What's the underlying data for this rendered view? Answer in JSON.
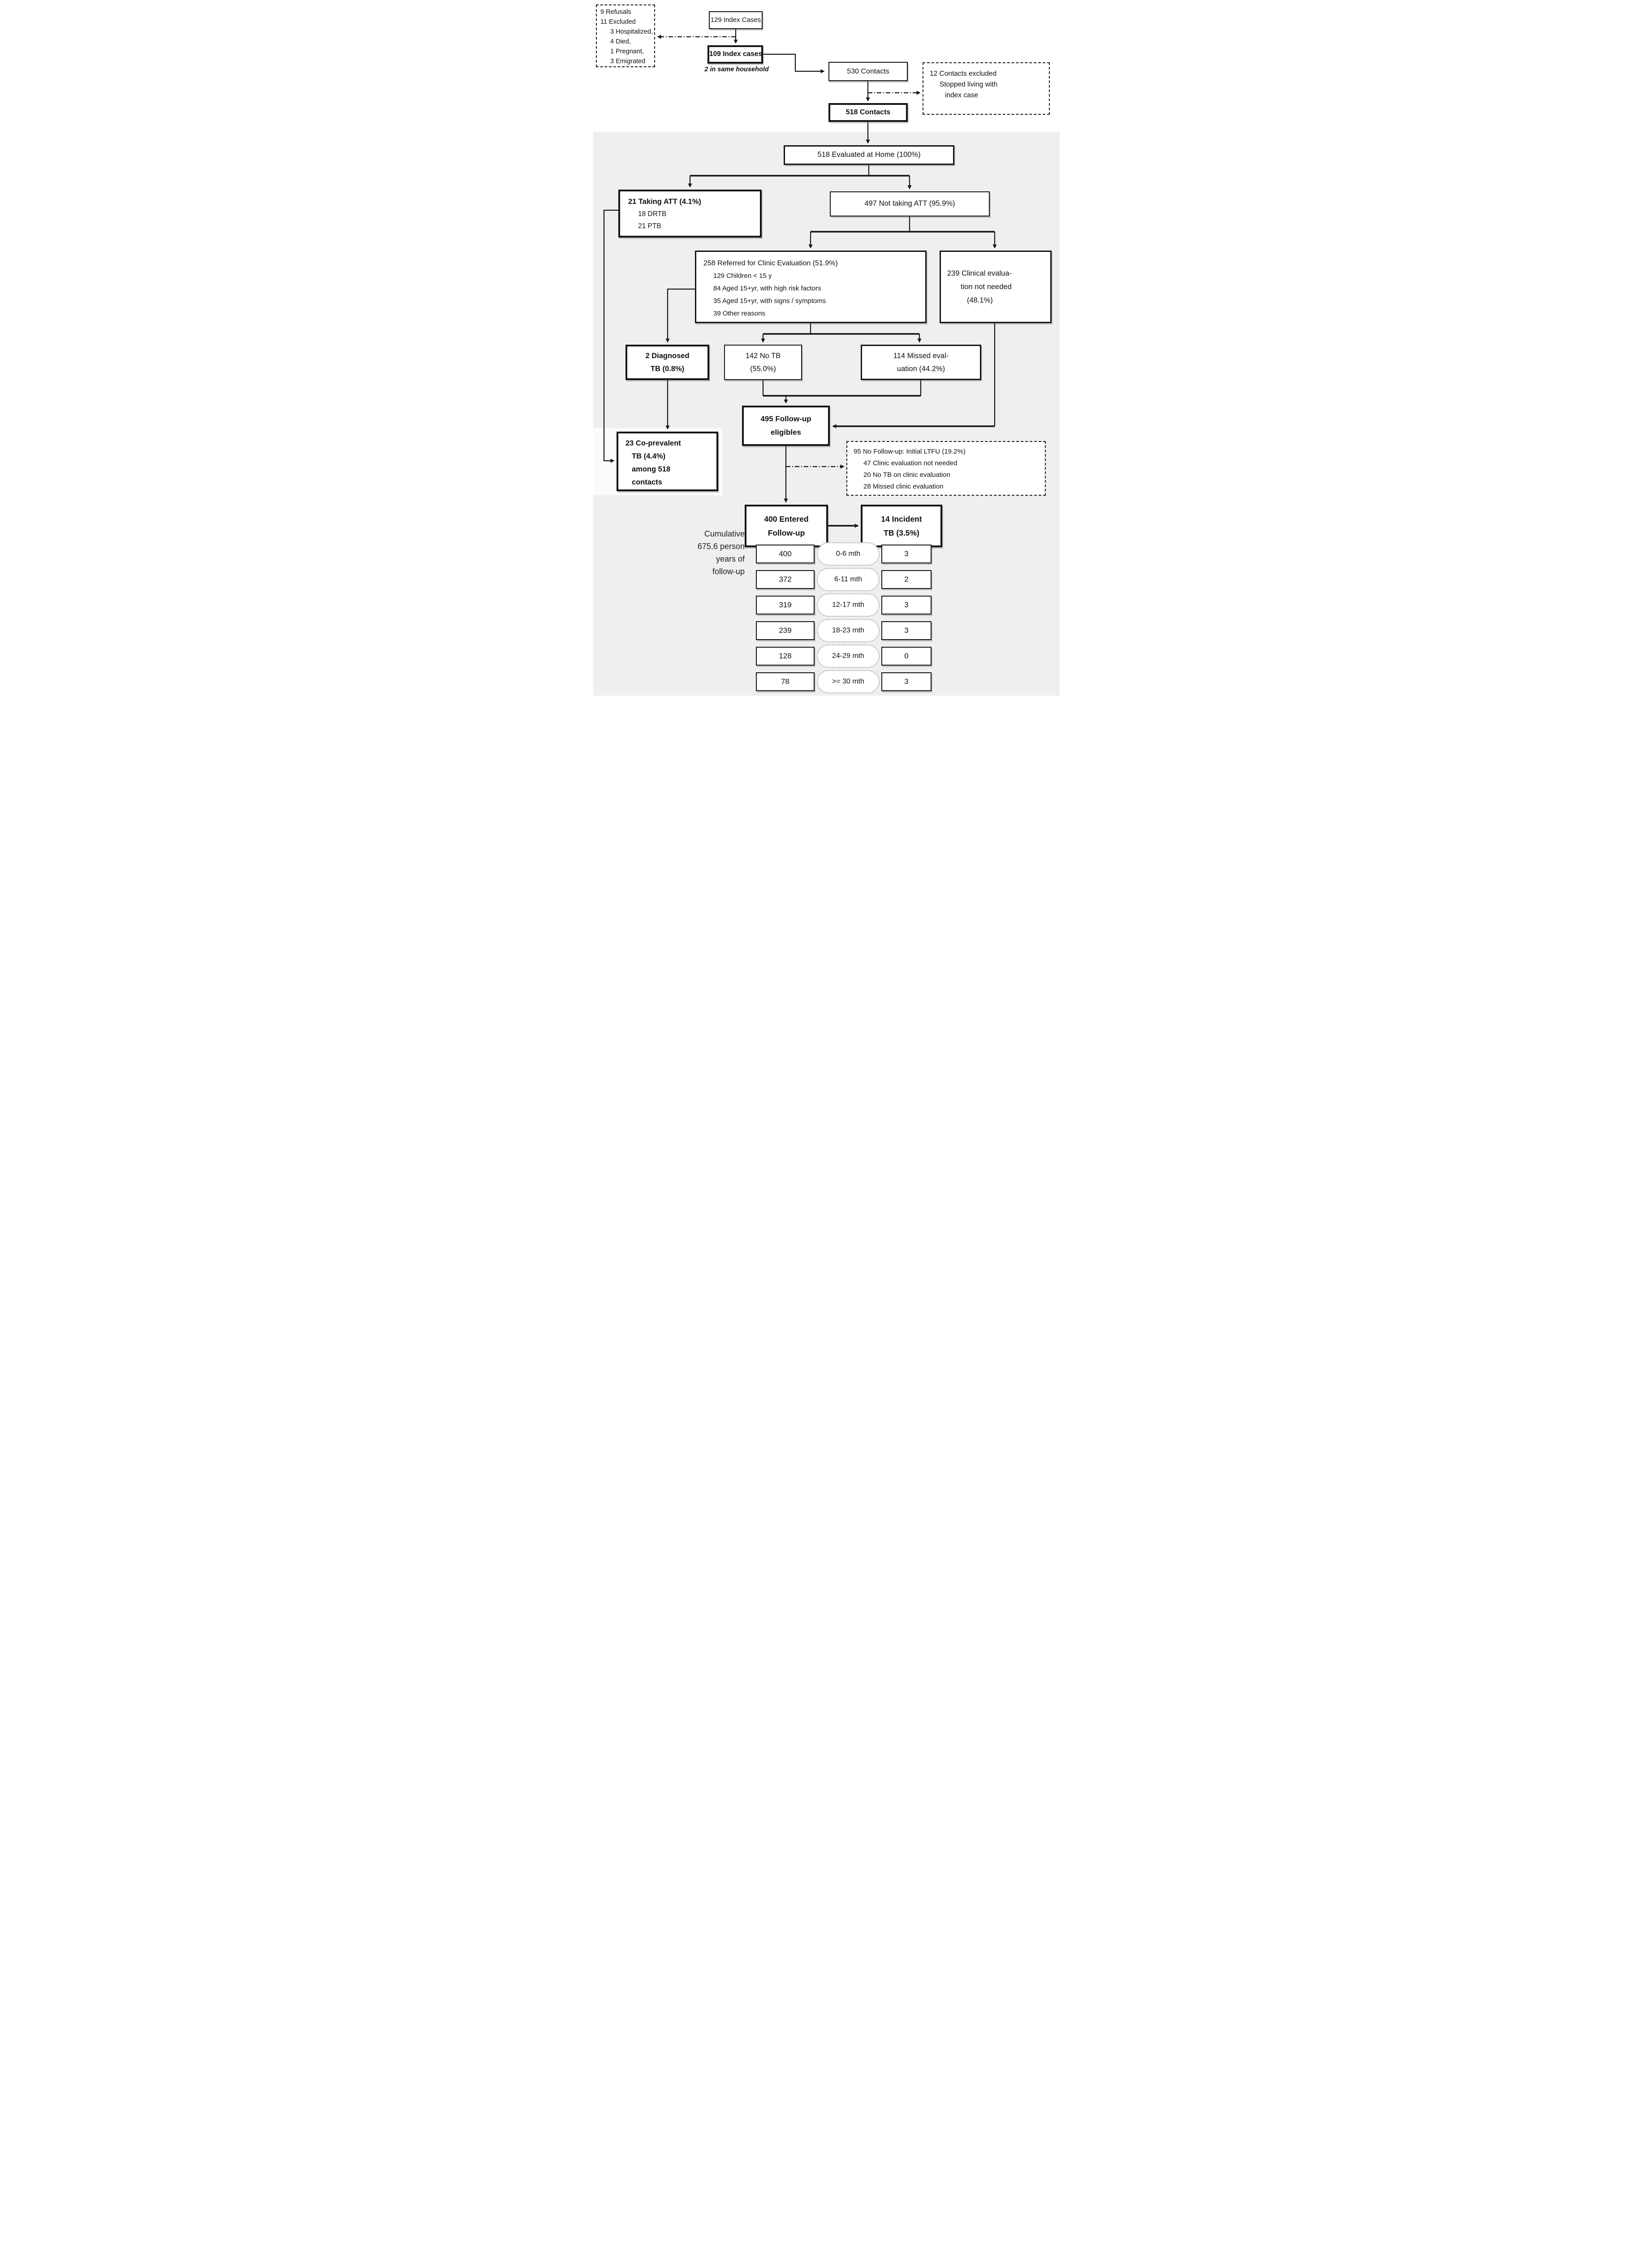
{
  "diagram_title": "TB index case and household contact evaluation and follow-up flowchart",
  "colors": {
    "background_panel": "#efefef",
    "box_border": "#141414",
    "box_fill": "#ffffff"
  },
  "nodes": {
    "refusals_excluded": {
      "lines": [
        "9 Refusals",
        "11 Excluded",
        "3 Hospitalized,",
        "4 Died,",
        "1 Pregnant,",
        "3 Emigrated"
      ]
    },
    "index_cases_129": {
      "label": "129 Index Cases"
    },
    "index_cases_109": {
      "label": "109 Index cases",
      "caption": "2 in same household"
    },
    "contacts_530": {
      "label": "530 Contacts"
    },
    "contacts_excluded_12": {
      "lines": [
        "12 Contacts excluded",
        "Stopped living with",
        "index case"
      ]
    },
    "contacts_518": {
      "label": "518 Contacts"
    },
    "evaluated_home_518": {
      "label": "518 Evaluated at Home (100%)"
    },
    "taking_att_21": {
      "lines": [
        "21  Taking ATT (4.1%)",
        "18 DRTB",
        "21 PTB"
      ]
    },
    "not_taking_att_497": {
      "label": "497 Not taking ATT (95.9%)"
    },
    "referred_clinic_258": {
      "lines": [
        "258 Referred for Clinic Evaluation (51.9%)",
        "129 Children < 15 y",
        "84 Aged 15+yr, with high risk factors",
        "35 Aged 15+yr, with signs / symptoms",
        "39 Other reasons"
      ]
    },
    "clinical_eval_not_needed_239": {
      "lines": [
        "239 Clinical evalua-",
        "tion not needed",
        "(48.1%)"
      ]
    },
    "diagnosed_tb_2": {
      "lines": [
        "2 Diagnosed",
        "TB (0.8%)"
      ]
    },
    "no_tb_142": {
      "lines": [
        "142 No TB",
        "(55.0%)"
      ]
    },
    "missed_eval_114": {
      "lines": [
        "114 Missed eval-",
        "uation (44.2%)"
      ]
    },
    "followup_eligibles_495": {
      "lines": [
        "495 Follow-up",
        "eligibles"
      ]
    },
    "co_prevalent_tb_23": {
      "lines": [
        "23 Co-prevalent",
        "TB (4.4%)",
        "among 518",
        "contacts"
      ]
    },
    "no_followup_95": {
      "lines": [
        "95 No Follow-up: Initial LTFU (19.2%)",
        "47 Clinic evaluation not needed",
        "20 No TB on clinic evaluation",
        "28 Missed clinic evaluation"
      ]
    },
    "entered_followup_400": {
      "lines": [
        "400 Entered",
        "Follow-up"
      ]
    },
    "incident_tb_14": {
      "lines": [
        "14 Incident",
        "TB (3.5%)"
      ]
    },
    "cumulative_label": {
      "lines": [
        "Cumulative",
        "675.6 person",
        "years of",
        "follow-up"
      ]
    }
  },
  "followup_table": {
    "rows": [
      {
        "at_risk": "400",
        "period": "0-6 mth",
        "incident": "3"
      },
      {
        "at_risk": "372",
        "period": "6-11 mth",
        "incident": "2"
      },
      {
        "at_risk": "319",
        "period": "12-17 mth",
        "incident": "3"
      },
      {
        "at_risk": "239",
        "period": "18-23 mth",
        "incident": "3"
      },
      {
        "at_risk": "128",
        "period": "24-29 mth",
        "incident": "0"
      },
      {
        "at_risk": "78",
        "period": ">= 30 mth",
        "incident": "3"
      }
    ]
  }
}
